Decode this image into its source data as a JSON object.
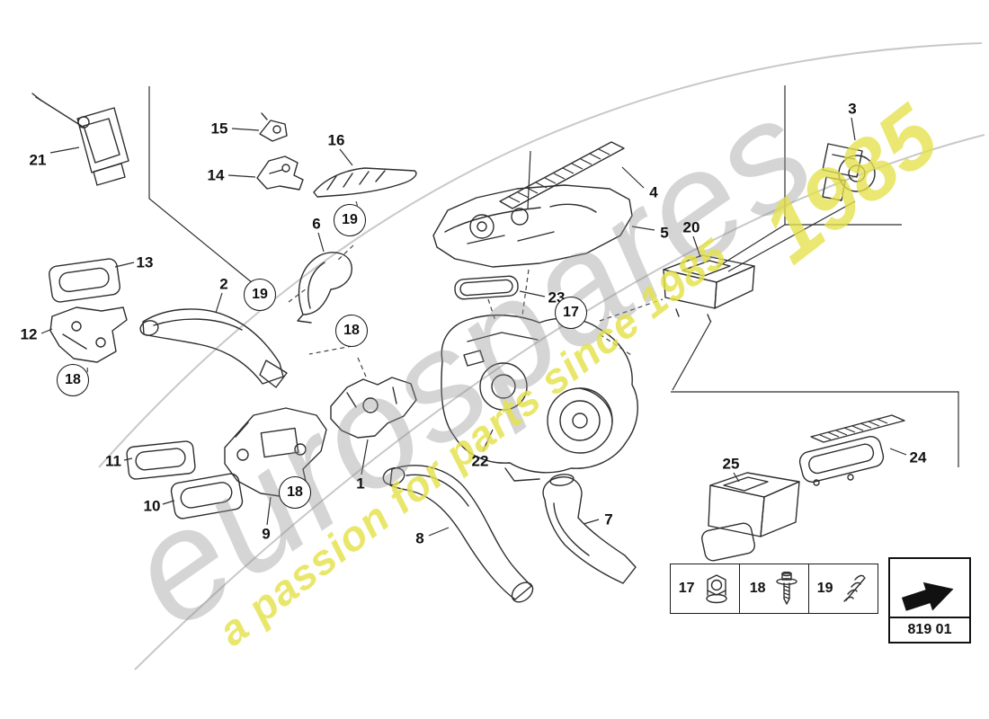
{
  "watermark": {
    "brand": "eurospares",
    "tagline": "a passion for parts since 1985",
    "year": "1985"
  },
  "diagram": {
    "part_code": "819 01"
  },
  "labels": [
    {
      "text": "21",
      "circled": false
    },
    {
      "text": "15",
      "circled": false
    },
    {
      "text": "14",
      "circled": false
    },
    {
      "text": "16",
      "circled": false
    },
    {
      "text": "4",
      "circled": false
    },
    {
      "text": "5",
      "circled": false
    },
    {
      "text": "3",
      "circled": false
    },
    {
      "text": "20",
      "circled": false
    },
    {
      "text": "23",
      "circled": false
    },
    {
      "text": "6",
      "circled": false
    },
    {
      "text": "13",
      "circled": false
    },
    {
      "text": "12",
      "circled": false
    },
    {
      "text": "2",
      "circled": false
    },
    {
      "text": "1",
      "circled": false
    },
    {
      "text": "22",
      "circled": false
    },
    {
      "text": "11",
      "circled": false
    },
    {
      "text": "10",
      "circled": false
    },
    {
      "text": "9",
      "circled": false
    },
    {
      "text": "8",
      "circled": false
    },
    {
      "text": "7",
      "circled": false
    },
    {
      "text": "25",
      "circled": false
    },
    {
      "text": "24",
      "circled": false
    },
    {
      "text": "19",
      "circled": true
    },
    {
      "text": "19",
      "circled": true
    },
    {
      "text": "18",
      "circled": true
    },
    {
      "text": "18",
      "circled": true
    },
    {
      "text": "18",
      "circled": true
    },
    {
      "text": "17",
      "circled": true
    }
  ],
  "legend": {
    "items": [
      {
        "number": "17",
        "icon": "flange-nut-icon"
      },
      {
        "number": "18",
        "icon": "screw-icon"
      },
      {
        "number": "19",
        "icon": "spring-screw-icon"
      }
    ]
  }
}
